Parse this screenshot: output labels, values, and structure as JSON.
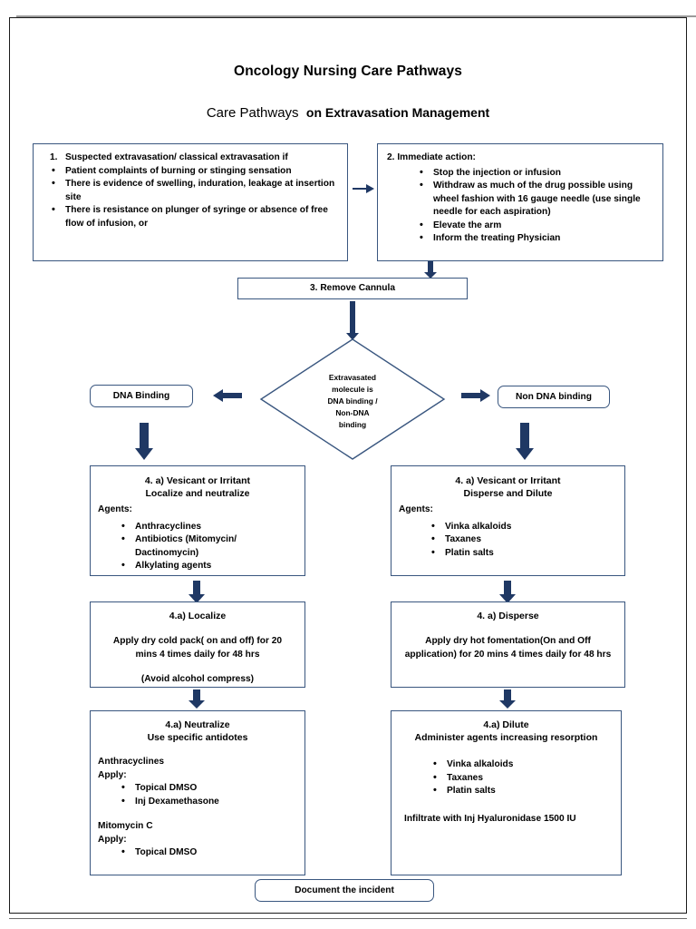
{
  "document": {
    "title_main": "Oncology Nursing Care Pathways",
    "title_sub_light": "Care Pathways",
    "title_sub_bold": "on Extravasation Management"
  },
  "colors": {
    "box_border": "#39567f",
    "arrow": "#1f3864",
    "page_border": "#1a1a1a",
    "text": "#000000"
  },
  "nodes": {
    "step1": {
      "number": "1.",
      "heading": "Suspected extravasation/ classical extravasation if",
      "bullets": [
        "Patient complaints of burning or stinging sensation",
        "There is evidence of swelling, induration, leakage at insertion site",
        "There is resistance on plunger of syringe or absence of free flow of infusion, or"
      ]
    },
    "step2": {
      "heading": "2. Immediate action:",
      "bullets": [
        "Stop the injection or infusion",
        "Withdraw as much of the drug possible using wheel fashion with 16 gauge needle (use single needle for each aspiration)",
        "Elevate the arm",
        "Inform the treating Physician"
      ]
    },
    "step3": {
      "label": "3. Remove Cannula"
    },
    "decision": {
      "line1": "Extravasated",
      "line2": "molecule is",
      "line3": "DNA binding /",
      "line4": "Non-DNA",
      "line5": "binding"
    },
    "dna_binding": {
      "label": "DNA Binding"
    },
    "non_dna_binding": {
      "label": "Non DNA binding"
    },
    "left_vesicant": {
      "heading_line1": "4. a) Vesicant or Irritant",
      "heading_line2": "Localize and neutralize",
      "agents_label": "Agents:",
      "bullets": [
        "Anthracyclines",
        "Antibiotics (Mitomycin/ Dactinomycin)",
        "Alkylating agents"
      ]
    },
    "right_vesicant": {
      "heading_line1": "4. a) Vesicant or Irritant",
      "heading_line2": "Disperse and Dilute",
      "agents_label": "Agents:",
      "bullets": [
        "Vinka alkaloids",
        "Taxanes",
        "Platin salts"
      ]
    },
    "localize": {
      "heading": "4.a) Localize",
      "body": "Apply dry cold pack( on and off) for 20 mins 4 times daily for 48 hrs",
      "note": "(Avoid alcohol compress)"
    },
    "disperse": {
      "heading": "4. a) Disperse",
      "body": "Apply dry hot fomentation(On and Off application) for 20 mins 4 times daily for 48 hrs"
    },
    "neutralize": {
      "heading_line1": "4.a) Neutralize",
      "heading_line2": "Use specific antidotes",
      "group1_title": "Anthracyclines",
      "group1_apply": "Apply:",
      "group1_bullets": [
        "Topical DMSO",
        "Inj Dexamethasone"
      ],
      "group2_title": "Mitomycin C",
      "group2_apply": "Apply:",
      "group2_bullets": [
        "Topical DMSO"
      ]
    },
    "dilute": {
      "heading_line1": "4.a) Dilute",
      "heading_line2": "Administer agents increasing resorption",
      "bullets": [
        "Vinka alkaloids",
        "Taxanes",
        "Platin salts"
      ],
      "footer": "Infiltrate with Inj Hyaluronidase 1500 IU"
    },
    "document_incident": {
      "label": "Document the incident"
    }
  },
  "connectors": {
    "step1_to_step2": "arrow-right",
    "step2_to_step3": "arrow-down",
    "step3_to_decision": "arrow-down",
    "decision_to_dna": "arrow-left",
    "decision_to_nondna": "arrow-right",
    "dna_to_left_vesicant": "arrow-down-thick",
    "nondna_to_right_vesicant": "arrow-down-thick",
    "left_vesicant_to_localize": "arrow-down-thick",
    "right_vesicant_to_disperse": "arrow-down-thick",
    "localize_to_neutralize": "arrow-down-thick",
    "disperse_to_dilute": "arrow-down-thick"
  }
}
